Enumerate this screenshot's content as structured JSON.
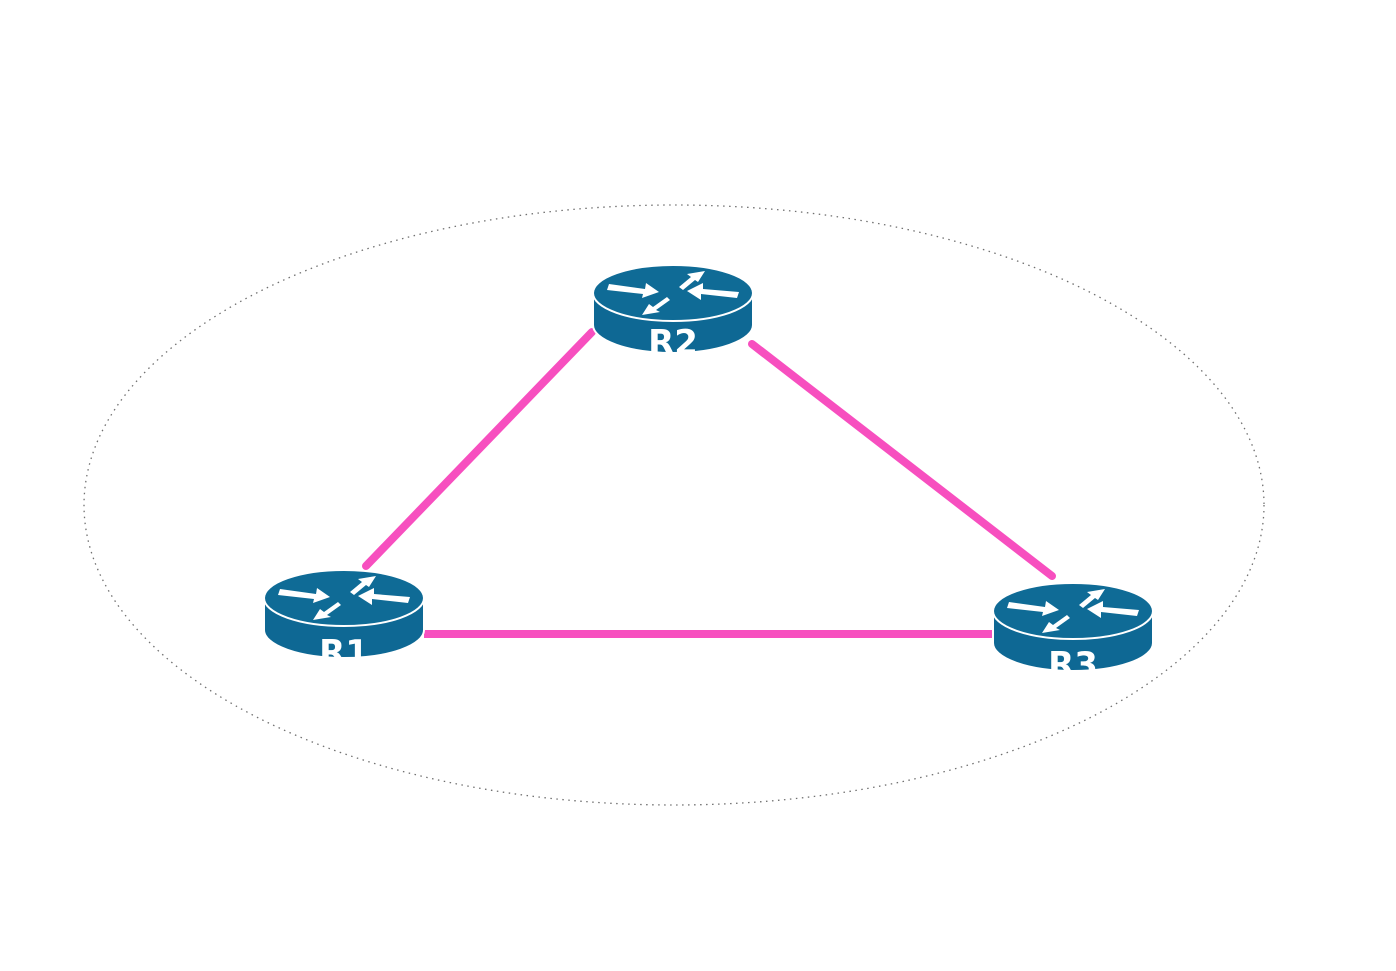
{
  "colors": {
    "background": "#ffffff",
    "link": "#f74fbf",
    "router_top": "#0f6b96",
    "router_side": "#0e6894",
    "router_edge": "#ffffff",
    "arrow": "#ffffff",
    "boundary": "#707070"
  },
  "boundary": {
    "style": "dotted"
  },
  "routers": [
    {
      "id": "r1",
      "label": "R1",
      "icon": "router-icon"
    },
    {
      "id": "r2",
      "label": "R2",
      "icon": "router-icon"
    },
    {
      "id": "r3",
      "label": "R3",
      "icon": "router-icon"
    }
  ],
  "links": [
    {
      "from": "R1",
      "to": "R2"
    },
    {
      "from": "R2",
      "to": "R3"
    },
    {
      "from": "R1",
      "to": "R3"
    }
  ]
}
